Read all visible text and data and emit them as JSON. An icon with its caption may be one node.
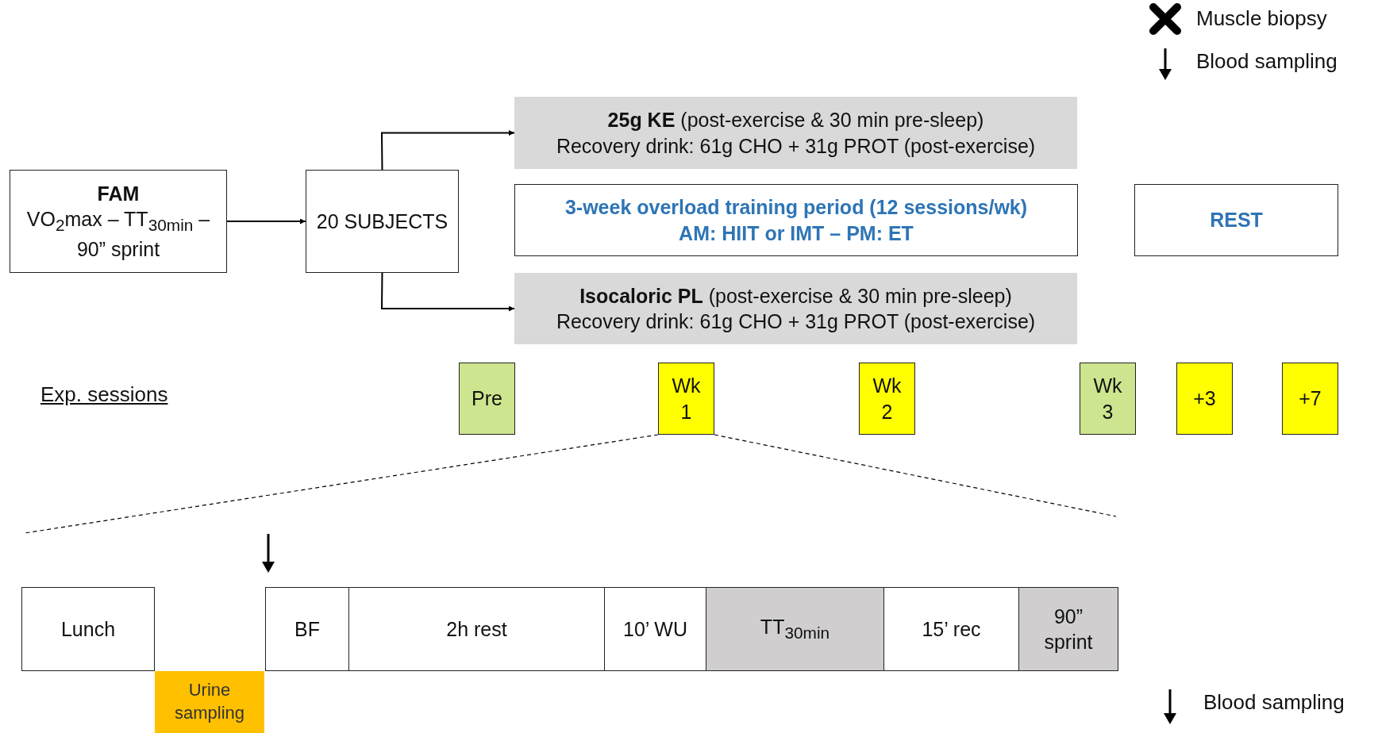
{
  "diagram": {
    "nodes": [
      {
        "text": [
          "FAM",
          "VO$_{2}$max – TT$_{30min}$ – 90” sprint"
        ]
      },
      {
        "text": [
          "20 SUBJECTS"
        ]
      },
      {
        "text": [
          "**25g KE** (post-exercise & 30 min pre-sleep)",
          "Recovery drink: 61g CHO + 31g PROT (post-exercise)"
        ]
      },
      {
        "text": [
          "3-week overload training period (12 sessions/wk)",
          "AM: HIIT or IMT – PM: ET"
        ]
      },
      {
        "text": [
          "REST"
        ]
      },
      {
        "text": [
          "**Isocaloric PL** (post-exercise & 30 min pre-sleep)",
          "Recovery drink: 61g CHO + 31g PROT (post-exercise)"
        ]
      },
      {
        "text": [
          "Pre"
        ]
      },
      {
        "text": [
          "Wk 1"
        ]
      },
      {
        "text": [
          "Wk 2"
        ]
      },
      {
        "text": [
          "Wk 3"
        ]
      },
      {
        "text": [
          "+3"
        ]
      },
      {
        "text": [
          "+7"
        ]
      },
      {
        "text": [
          "Lunch"
        ]
      },
      {
        "text": [
          "Urine sampling"
        ]
      },
      {
        "text": [
          "BF"
        ]
      },
      {
        "text": [
          "2h rest"
        ]
      },
      {
        "text": [
          "10’ WU"
        ]
      },
      {
        "text": [
          "TT$_{30min}$"
        ]
      },
      {
        "text": [
          "15’ rec"
        ]
      },
      {
        "text": [
          "90” sprint"
        ]
      }
    ],
    "edges": [
      {
        "from": 0,
        "to": 1,
        "arrow": "to"
      },
      {
        "from": 1,
        "to": 2,
        "arrow": "to"
      },
      {
        "from": 1,
        "to": 5,
        "arrow": "to"
      },
      {
        "from": 7,
        "to": null,
        "arrow": "none",
        "style": "dashed"
      },
      {
        "from": 7,
        "to": null,
        "arrow": "none",
        "style": "dashed"
      }
    ],
    "labels": [
      "Exp. sessions"
    ],
    "legend": [
      {
        "text": "Muscle biopsy"
      },
      {
        "text": "Blood sampling"
      },
      {
        "text": "Blood sampling"
      }
    ]
  }
}
